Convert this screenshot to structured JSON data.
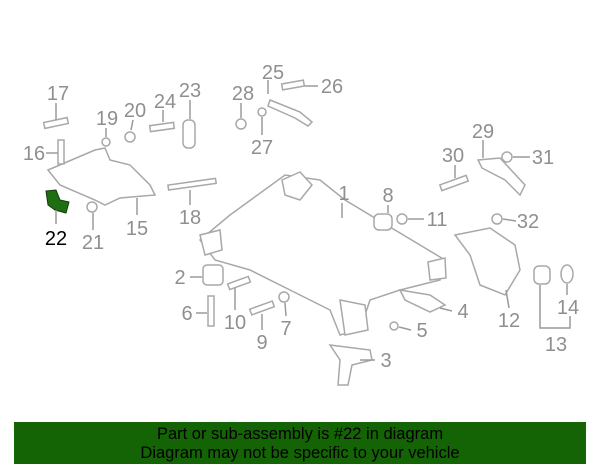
{
  "diagram": {
    "highlighted_part": "22",
    "highlight_color": "#1f6e12",
    "callouts": [
      "1",
      "2",
      "3",
      "4",
      "5",
      "6",
      "7",
      "8",
      "9",
      "10",
      "11",
      "12",
      "13",
      "14",
      "15",
      "16",
      "17",
      "18",
      "19",
      "20",
      "21",
      "22",
      "23",
      "24",
      "25",
      "26",
      "27",
      "28",
      "29",
      "30",
      "31",
      "32"
    ]
  },
  "banner": {
    "line1": "Part or sub-assembly is #22 in diagram",
    "line2": "Diagram may not be specific to your vehicle",
    "background": "#146406"
  }
}
